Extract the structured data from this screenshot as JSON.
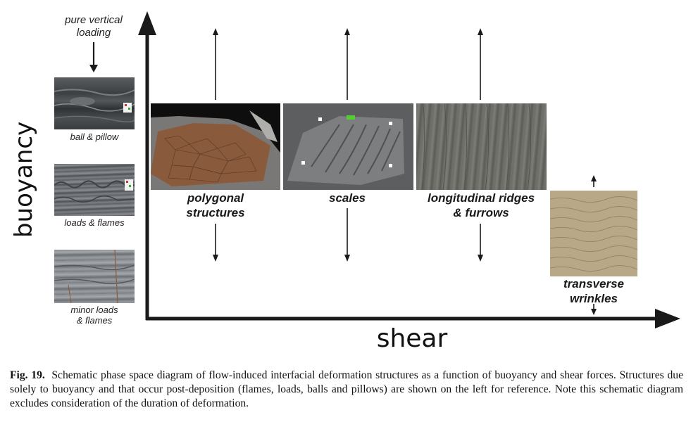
{
  "axes": {
    "y_label": "buoyancy",
    "x_label": "shear"
  },
  "reference": {
    "top_label_line1": "pure vertical",
    "top_label_line2": "loading",
    "items": [
      {
        "label": "ball & pillow"
      },
      {
        "label": "loads & flames"
      },
      {
        "label_line1": "minor loads",
        "label_line2": "& flames"
      }
    ]
  },
  "structures": [
    {
      "line1": "polygonal",
      "line2": "structures"
    },
    {
      "line1": "scales",
      "line2": ""
    },
    {
      "line1": "longitudinal ridges",
      "line2": "& furrows"
    },
    {
      "line1": "transverse",
      "line2": "wrinkles"
    }
  ],
  "caption": {
    "figure_number": "Fig. 19.",
    "text": "Schematic phase space diagram of flow-induced interfacial deformation structures as a function of buoyancy and shear forces. Structures due solely to buoyancy and that occur post-deposition (flames, loads, balls and pillows) are shown on the left for reference. Note this schematic diagram excludes consideration of the duration of deformation."
  },
  "colors": {
    "axis": "#1a1a1a",
    "photo_shale": "#4a4d50",
    "photo_polygonal": "#8a5a3c",
    "photo_scales": "#6e6e6e",
    "photo_ridges": "#6b6b66",
    "photo_wrinkles": "#b9a888"
  }
}
